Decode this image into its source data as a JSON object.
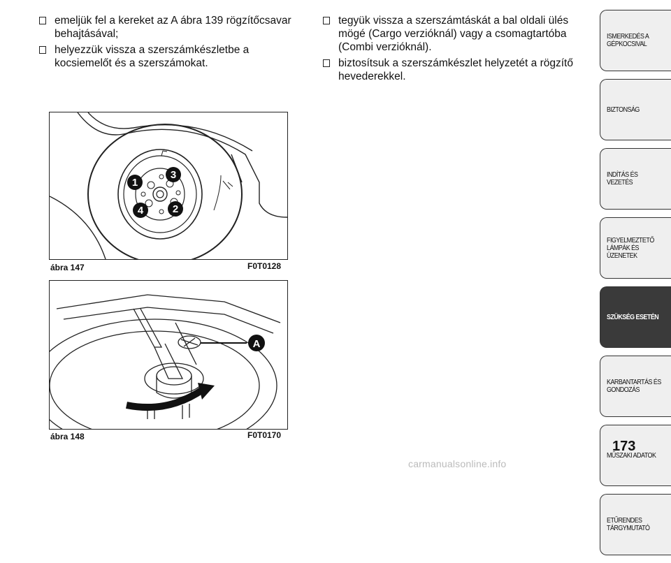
{
  "left_column": {
    "bullets": [
      "emeljük fel a kereket az A ábra 139 rögzítőcsavar behajtásával;",
      "helyezzük vissza a szerszámkészletbe a kocsiemelőt és a szerszámokat."
    ]
  },
  "right_column": {
    "bullets": [
      "tegyük vissza a szerszámtáskát a bal oldali ülés mögé (Cargo verzióknál) vagy a csomagtartóba (Combi verzióknál).",
      "biztosítsuk a szerszámkészlet helyzetét a rögzítő hevederekkel."
    ]
  },
  "figure1": {
    "caption": "ábra 147",
    "code": "F0T0128",
    "callouts": [
      "1",
      "2",
      "3",
      "4"
    ]
  },
  "figure2": {
    "caption": "ábra 148",
    "code": "F0T0170",
    "callout": "A"
  },
  "sidebar": {
    "tabs": [
      {
        "label": "ISMERKEDÉS A\nGÉPKOCSIVAL",
        "active": false
      },
      {
        "label": "BIZTONSÁG",
        "active": false
      },
      {
        "label": "INDÍTÁS ÉS VEZETÉS",
        "active": false
      },
      {
        "label": "FIGYELMEZTETŐ\nLÁMPÁK ÉS\nÜZENETEK",
        "active": false
      },
      {
        "label": "SZÜKSÉG ESETÉN",
        "active": true
      },
      {
        "label": "KARBANTARTÁS ÉS\nGONDOZÁS",
        "active": false
      },
      {
        "label": "MŰSZAKI ADATOK",
        "active": false
      },
      {
        "label": "ETŰRENDES\nTÁRGYMUTATÓ",
        "active": false
      }
    ]
  },
  "page_number": "173",
  "watermark": "carmanualsonline.info"
}
